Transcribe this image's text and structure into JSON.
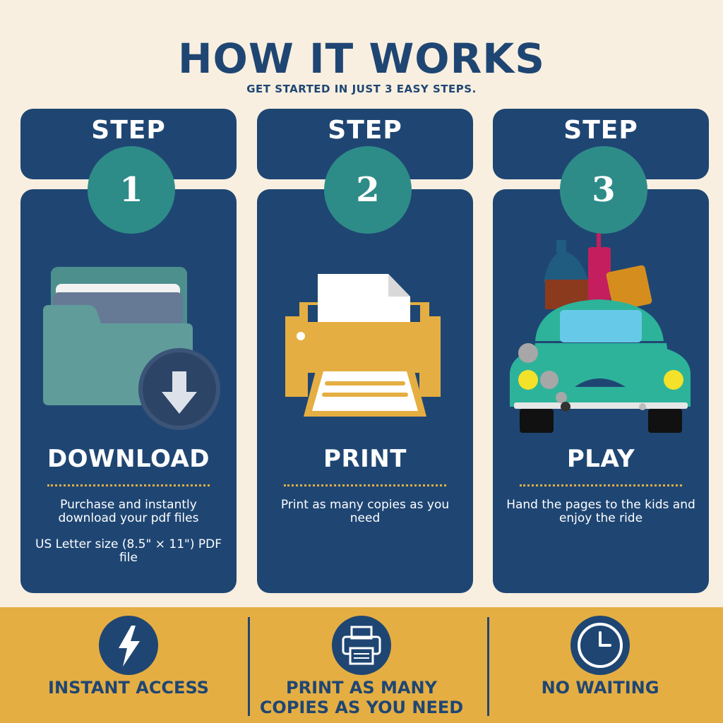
{
  "header": {
    "title": "HOW IT WORKS",
    "subtitle": "GET STARTED IN JUST 3 EASY STEPS."
  },
  "steps": [
    {
      "step_word": "STEP",
      "number": "1",
      "icon": "folder-download-icon",
      "heading": "DOWNLOAD",
      "desc_lines": [
        "Purchase and instantly download your pdf files",
        "US Letter size (8.5\" × 11\") PDF file"
      ]
    },
    {
      "step_word": "STEP",
      "number": "2",
      "icon": "printer-icon",
      "heading": "PRINT",
      "desc_lines": [
        "Print as many copies as you need"
      ]
    },
    {
      "step_word": "STEP",
      "number": "3",
      "icon": "car-luggage-icon",
      "heading": "PLAY",
      "desc_lines": [
        "Hand the pages to the kids and enjoy the ride"
      ]
    }
  ],
  "features": [
    {
      "icon": "lightning-icon",
      "label": "INSTANT ACCESS"
    },
    {
      "icon": "printer-icon",
      "label": "PRINT AS MANY COPIES AS YOU NEED"
    },
    {
      "icon": "clock-icon",
      "label": "NO WAITING"
    }
  ],
  "colors": {
    "background": "#f8efe0",
    "navy": "#1f4673",
    "teal": "#2e8c88",
    "gold": "#e5ae42"
  }
}
